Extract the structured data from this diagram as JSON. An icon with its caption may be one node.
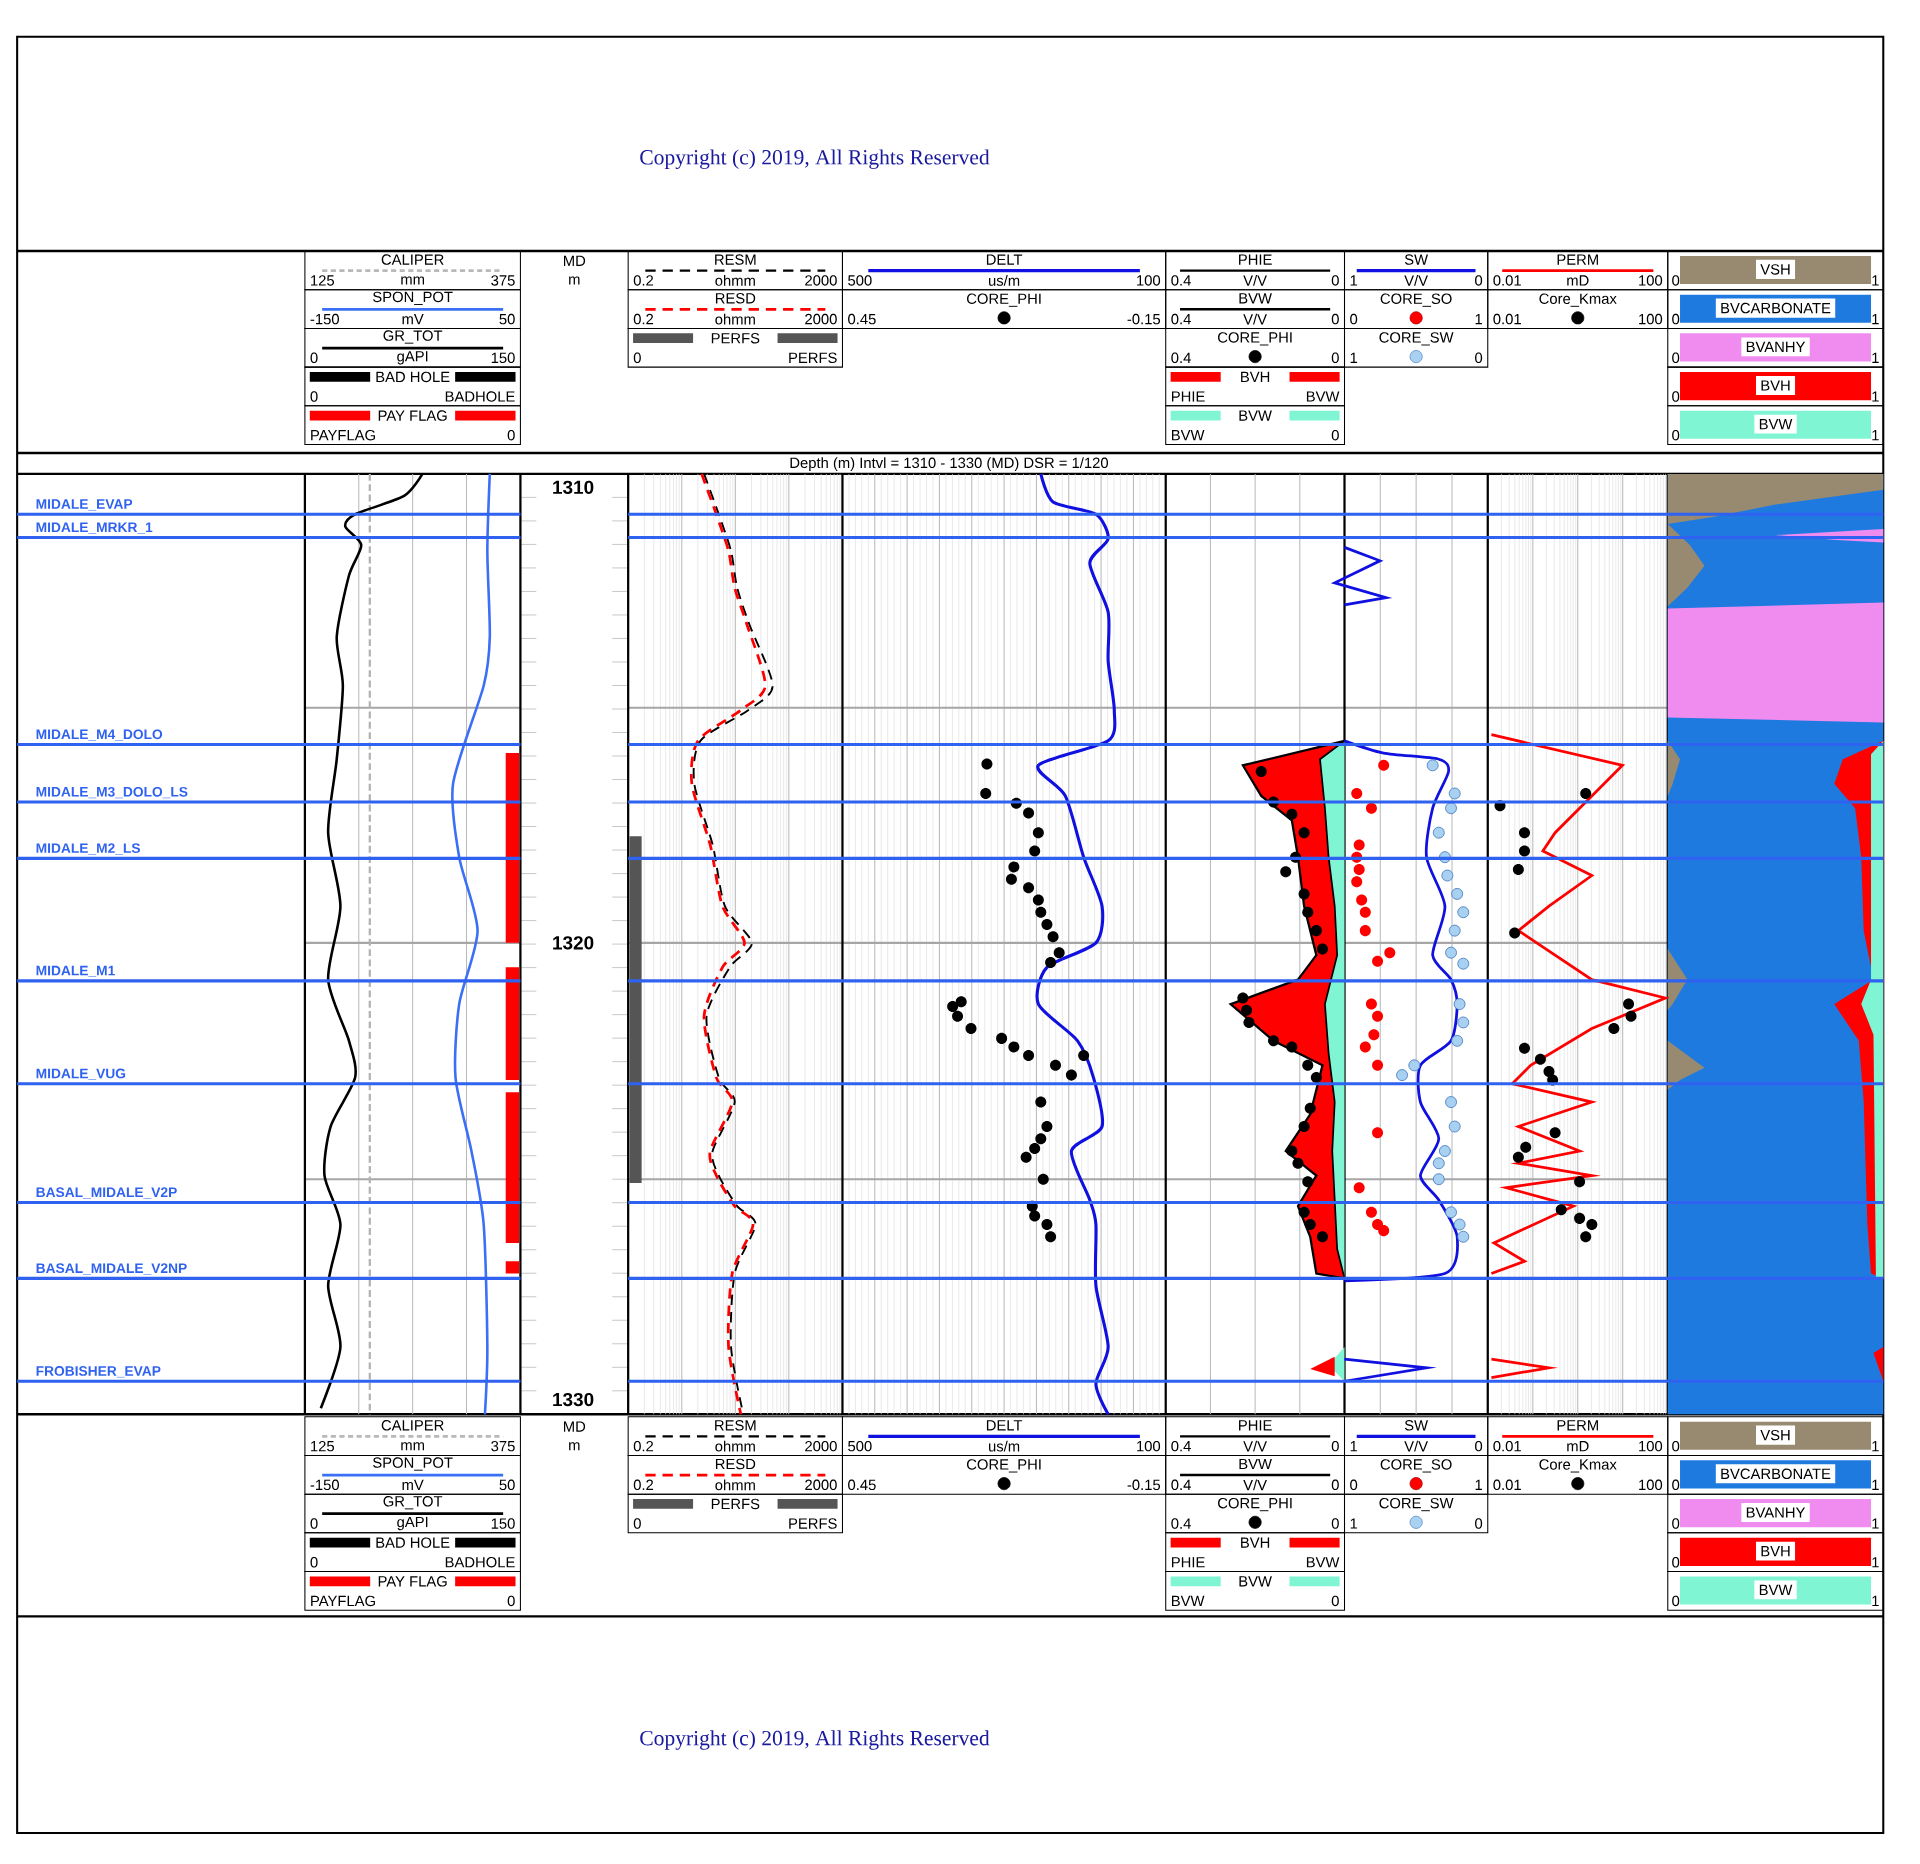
{
  "diagram": {
    "labels": [
      "Copyright (c) 2019, All Rights Reserved",
      "CALIPER",
      "125",
      "mm",
      "375",
      "SPON_POT",
      "-150",
      "mV",
      "50",
      "GR_TOT",
      "0",
      "gAPI",
      "150",
      "BAD HOLE",
      "0",
      "BADHOLE",
      "PAY FLAG",
      "PAYFLAG",
      "0",
      "MD",
      "m",
      "RESM",
      "0.2",
      "ohmm",
      "2000",
      "RESD",
      "0.2",
      "ohmm",
      "2000",
      "PERFS",
      "0",
      "PERFS",
      "DELT",
      "500",
      "us/m",
      "100",
      "CORE_PHI",
      "0.45",
      "-0.15",
      "PHIE",
      "0.4",
      "V/V",
      "0",
      "BVW",
      "0.4",
      "V/V",
      "0",
      "CORE_PHI",
      "0.4",
      "0",
      "BVH",
      "PHIE",
      "BVW",
      "BVW",
      "BVW",
      "0",
      "SW",
      "1",
      "V/V",
      "0",
      "CORE_SO",
      "0",
      "1",
      "CORE_SW",
      "1",
      "0",
      "PERM",
      "0.01",
      "mD",
      "100",
      "Core_Kmax",
      "0.01",
      "100",
      "VSH",
      "0",
      "1",
      "BVCARBONATE",
      "0",
      "1",
      "BVANHY",
      "0",
      "1",
      "BVH",
      "0",
      "1",
      "BVW",
      "0",
      "1",
      "Depth (m)  Intvl = 1310 - 1330 (MD) DSR = 1/120",
      "MIDALE_EVAP",
      "MIDALE_MRKR_1",
      "MIDALE_M4_DOLO",
      "MIDALE_M3_DOLO_LS",
      "MIDALE_M2_LS",
      "MIDALE_M1",
      "MIDALE_VUG",
      "BASAL_MIDALE_V2P",
      "BASAL_MIDALE_V2NP",
      "FROBISHER_EVAP",
      "1310",
      "1320",
      "1330",
      "CALIPER",
      "125",
      "mm",
      "375",
      "SPON_POT",
      "-150",
      "mV",
      "50",
      "GR_TOT",
      "0",
      "gAPI",
      "150",
      "BAD HOLE",
      "0",
      "BADHOLE",
      "PAY FLAG",
      "PAYFLAG",
      "0",
      "MD",
      "m",
      "RESM",
      "0.2",
      "ohmm",
      "2000",
      "RESD",
      "0.2",
      "ohmm",
      "2000",
      "PERFS",
      "0",
      "PERFS",
      "DELT",
      "500",
      "us/m",
      "100",
      "CORE_PHI",
      "0.45",
      "-0.15",
      "PHIE",
      "0.4",
      "V/V",
      "0",
      "BVW",
      "0.4",
      "V/V",
      "0",
      "CORE_PHI",
      "0.4",
      "0",
      "BVH",
      "PHIE",
      "BVW",
      "BVW",
      "BVW",
      "0",
      "SW",
      "1",
      "V/V",
      "0",
      "CORE_SO",
      "0",
      "1",
      "CORE_SW",
      "1",
      "0",
      "PERM",
      "0.01",
      "mD",
      "100",
      "Core_Kmax",
      "0.01",
      "100",
      "VSH",
      "0",
      "1",
      "BVCARBONATE",
      "0",
      "1",
      "BVANHY",
      "0",
      "1",
      "BVH",
      "0",
      "1",
      "BVW",
      "0",
      "1",
      "Copyright (c) 2019, All Rights Reserved"
    ]
  }
}
